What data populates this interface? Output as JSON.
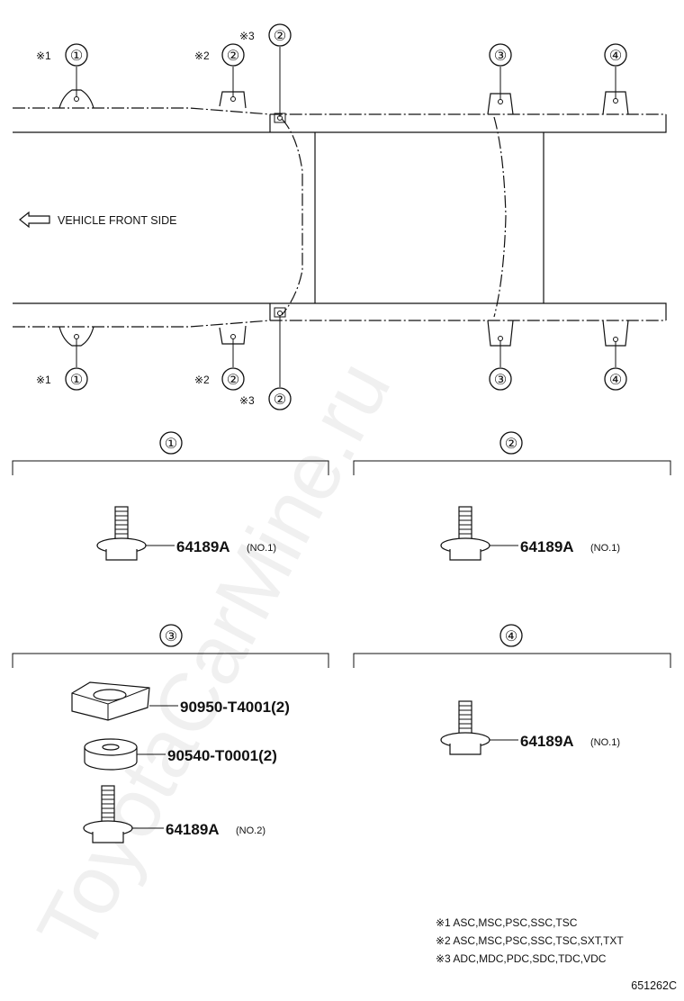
{
  "watermark": "ToyotaCarMine.ru",
  "direction_label": "VEHICLE FRONT SIDE",
  "callouts": {
    "c1": "①",
    "c2": "②",
    "c3": "③",
    "c4": "④",
    "m1": "※1",
    "m2": "※2",
    "m3": "※3"
  },
  "sections": {
    "s1": {
      "title": "①",
      "parts": [
        {
          "number": "64189A",
          "qualifier": "(NO.1)"
        }
      ]
    },
    "s2": {
      "title": "②",
      "parts": [
        {
          "number": "64189A",
          "qualifier": "(NO.1)"
        }
      ]
    },
    "s3": {
      "title": "③",
      "parts": [
        {
          "number": "90950-T4001(2)"
        },
        {
          "number": "90540-T0001(2)"
        },
        {
          "number": "64189A",
          "qualifier": "(NO.2)"
        }
      ]
    },
    "s4": {
      "title": "④",
      "parts": [
        {
          "number": "64189A",
          "qualifier": "(NO.1)"
        }
      ]
    }
  },
  "notes": [
    "※1  ASC,MSC,PSC,SSC,TSC",
    "※2  ASC,MSC,PSC,SSC,TSC,SXT,TXT",
    "※3  ADC,MDC,PDC,SDC,TDC,VDC"
  ],
  "diagram_code": "651262C"
}
